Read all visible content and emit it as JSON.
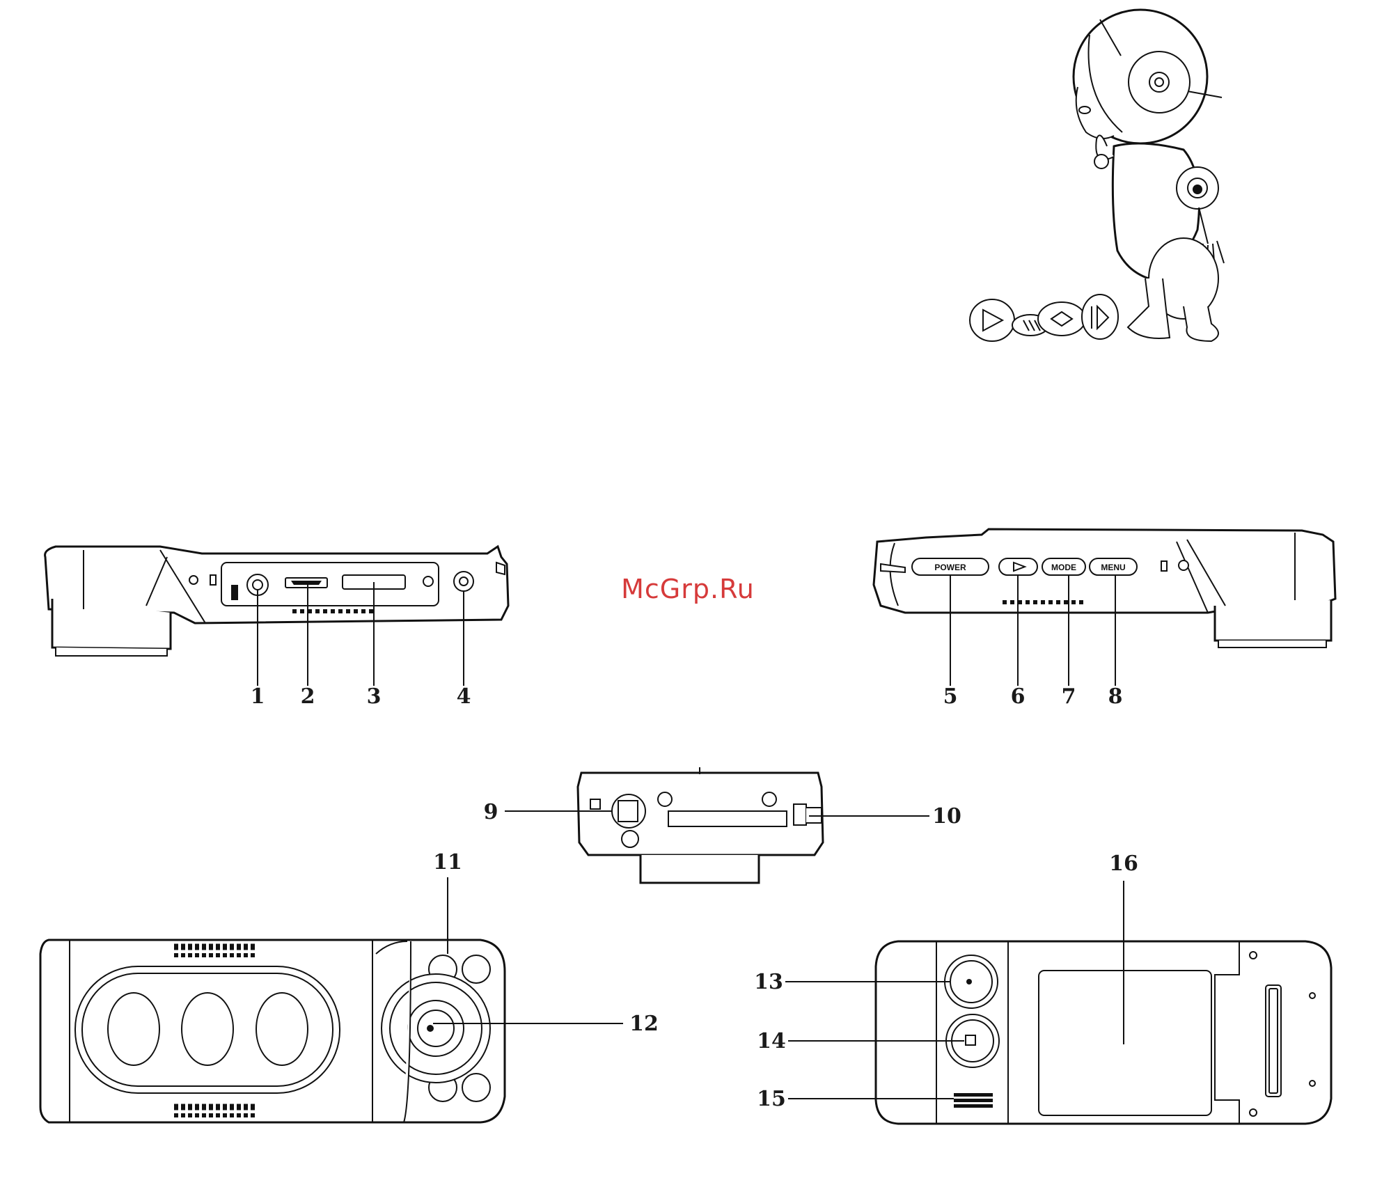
{
  "watermark": "McGrp.Ru",
  "top_view": {
    "callouts": [
      "1",
      "2",
      "3",
      "4"
    ]
  },
  "side_view": {
    "buttons": {
      "power": "POWER",
      "mode": "MODE",
      "menu": "MENU"
    },
    "callouts": [
      "5",
      "6",
      "7",
      "8"
    ]
  },
  "bottom_view": {
    "callouts": [
      "9",
      "10"
    ]
  },
  "front_view": {
    "callouts": [
      "11",
      "12"
    ]
  },
  "back_view": {
    "callouts": [
      "13",
      "14",
      "15",
      "16"
    ]
  }
}
